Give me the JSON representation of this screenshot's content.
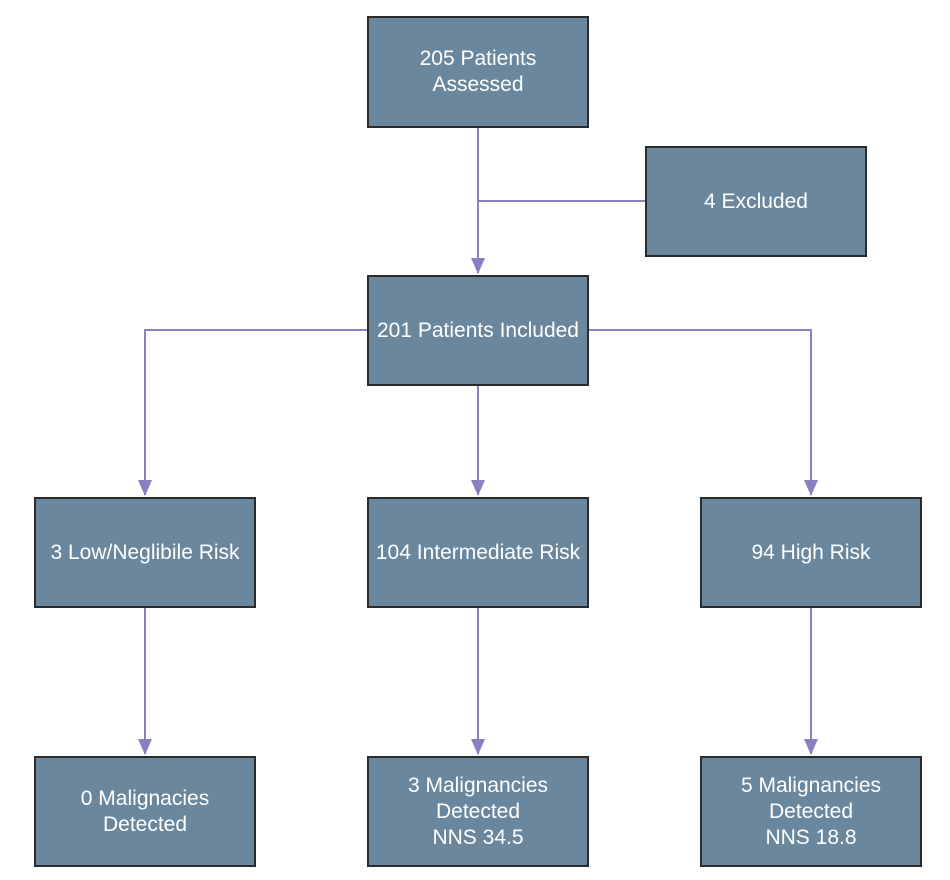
{
  "flowchart": {
    "assessed": "205 Patients\nAssessed",
    "excluded": "4 Excluded",
    "included": "201 Patients Included",
    "low_risk": "3 Low/Neglibile Risk",
    "intermediate_risk": "104 Intermediate Risk",
    "high_risk": "94 High Risk",
    "low_outcome": "0 Malignacies\nDetected",
    "intermediate_outcome": "3 Malignancies\nDetected\nNNS 34.5",
    "high_outcome": "5 Malignancies\nDetected\nNNS 18.8"
  },
  "colors": {
    "box_fill": "#6a879e",
    "box_border": "#2b2b2b",
    "box_text": "#ffffff",
    "connector": "#8a7fc0"
  }
}
